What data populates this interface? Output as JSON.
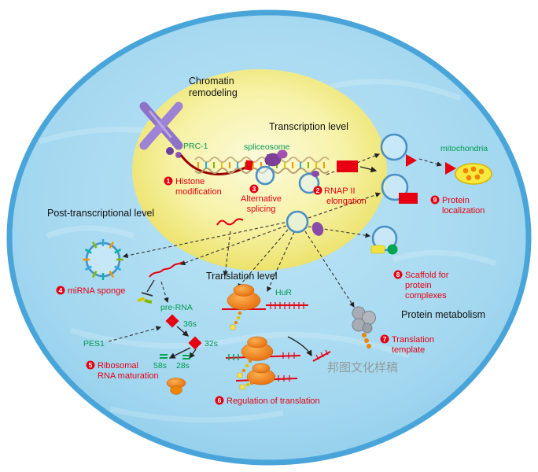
{
  "colors": {
    "cell_fill": "#a9dbf2",
    "cell_stroke": "#49a5d9",
    "nucleus_fill": "#f6f0a0",
    "red_accent": "#e60012",
    "green_label": "#009a4e",
    "ring_blue": "#4a90c4",
    "ribosome_orange": "#f08300",
    "mitochondria_yellow": "#f7ea3e",
    "protein_gray": "#a8adb5"
  },
  "sections": {
    "chromatin_line1": "Chromatin",
    "chromatin_line2": "remodeling",
    "transcription": "Transcription level",
    "post_transcriptional": "Post-transcriptional level",
    "translation": "Translation level",
    "protein_metabolism": "Protein metabolism"
  },
  "molecules": {
    "prc1": "PRC-1",
    "spliceosome": "spliceosome",
    "mitochondria": "mitochondria",
    "hur": "HuR",
    "pre_rna": "pre-RNA",
    "pes1": "PES1",
    "s36": "36s",
    "s32": "32s",
    "s58": "58s",
    "s28": "28s"
  },
  "numbered": {
    "n1": {
      "num": "1",
      "lines": [
        "Histone",
        "modification"
      ]
    },
    "n2": {
      "num": "2",
      "lines": [
        "RNAP II",
        "elongation"
      ]
    },
    "n3": {
      "num": "3",
      "lines": [
        "Alternative",
        "splicing"
      ]
    },
    "n4": {
      "num": "4",
      "lines": [
        "miRNA sponge"
      ]
    },
    "n5": {
      "num": "5",
      "lines": [
        "Ribosomal",
        "RNA maturation"
      ]
    },
    "n6": {
      "num": "6",
      "lines": [
        "Regulation of translation"
      ]
    },
    "n7": {
      "num": "7",
      "lines": [
        "Translation",
        "template"
      ]
    },
    "n8": {
      "num": "8",
      "lines": [
        "Scaffold for",
        "protein",
        "complexes"
      ]
    },
    "n9": {
      "num": "9",
      "lines": [
        "Protein",
        "localization"
      ]
    }
  },
  "watermark": "邦图文化样稿"
}
